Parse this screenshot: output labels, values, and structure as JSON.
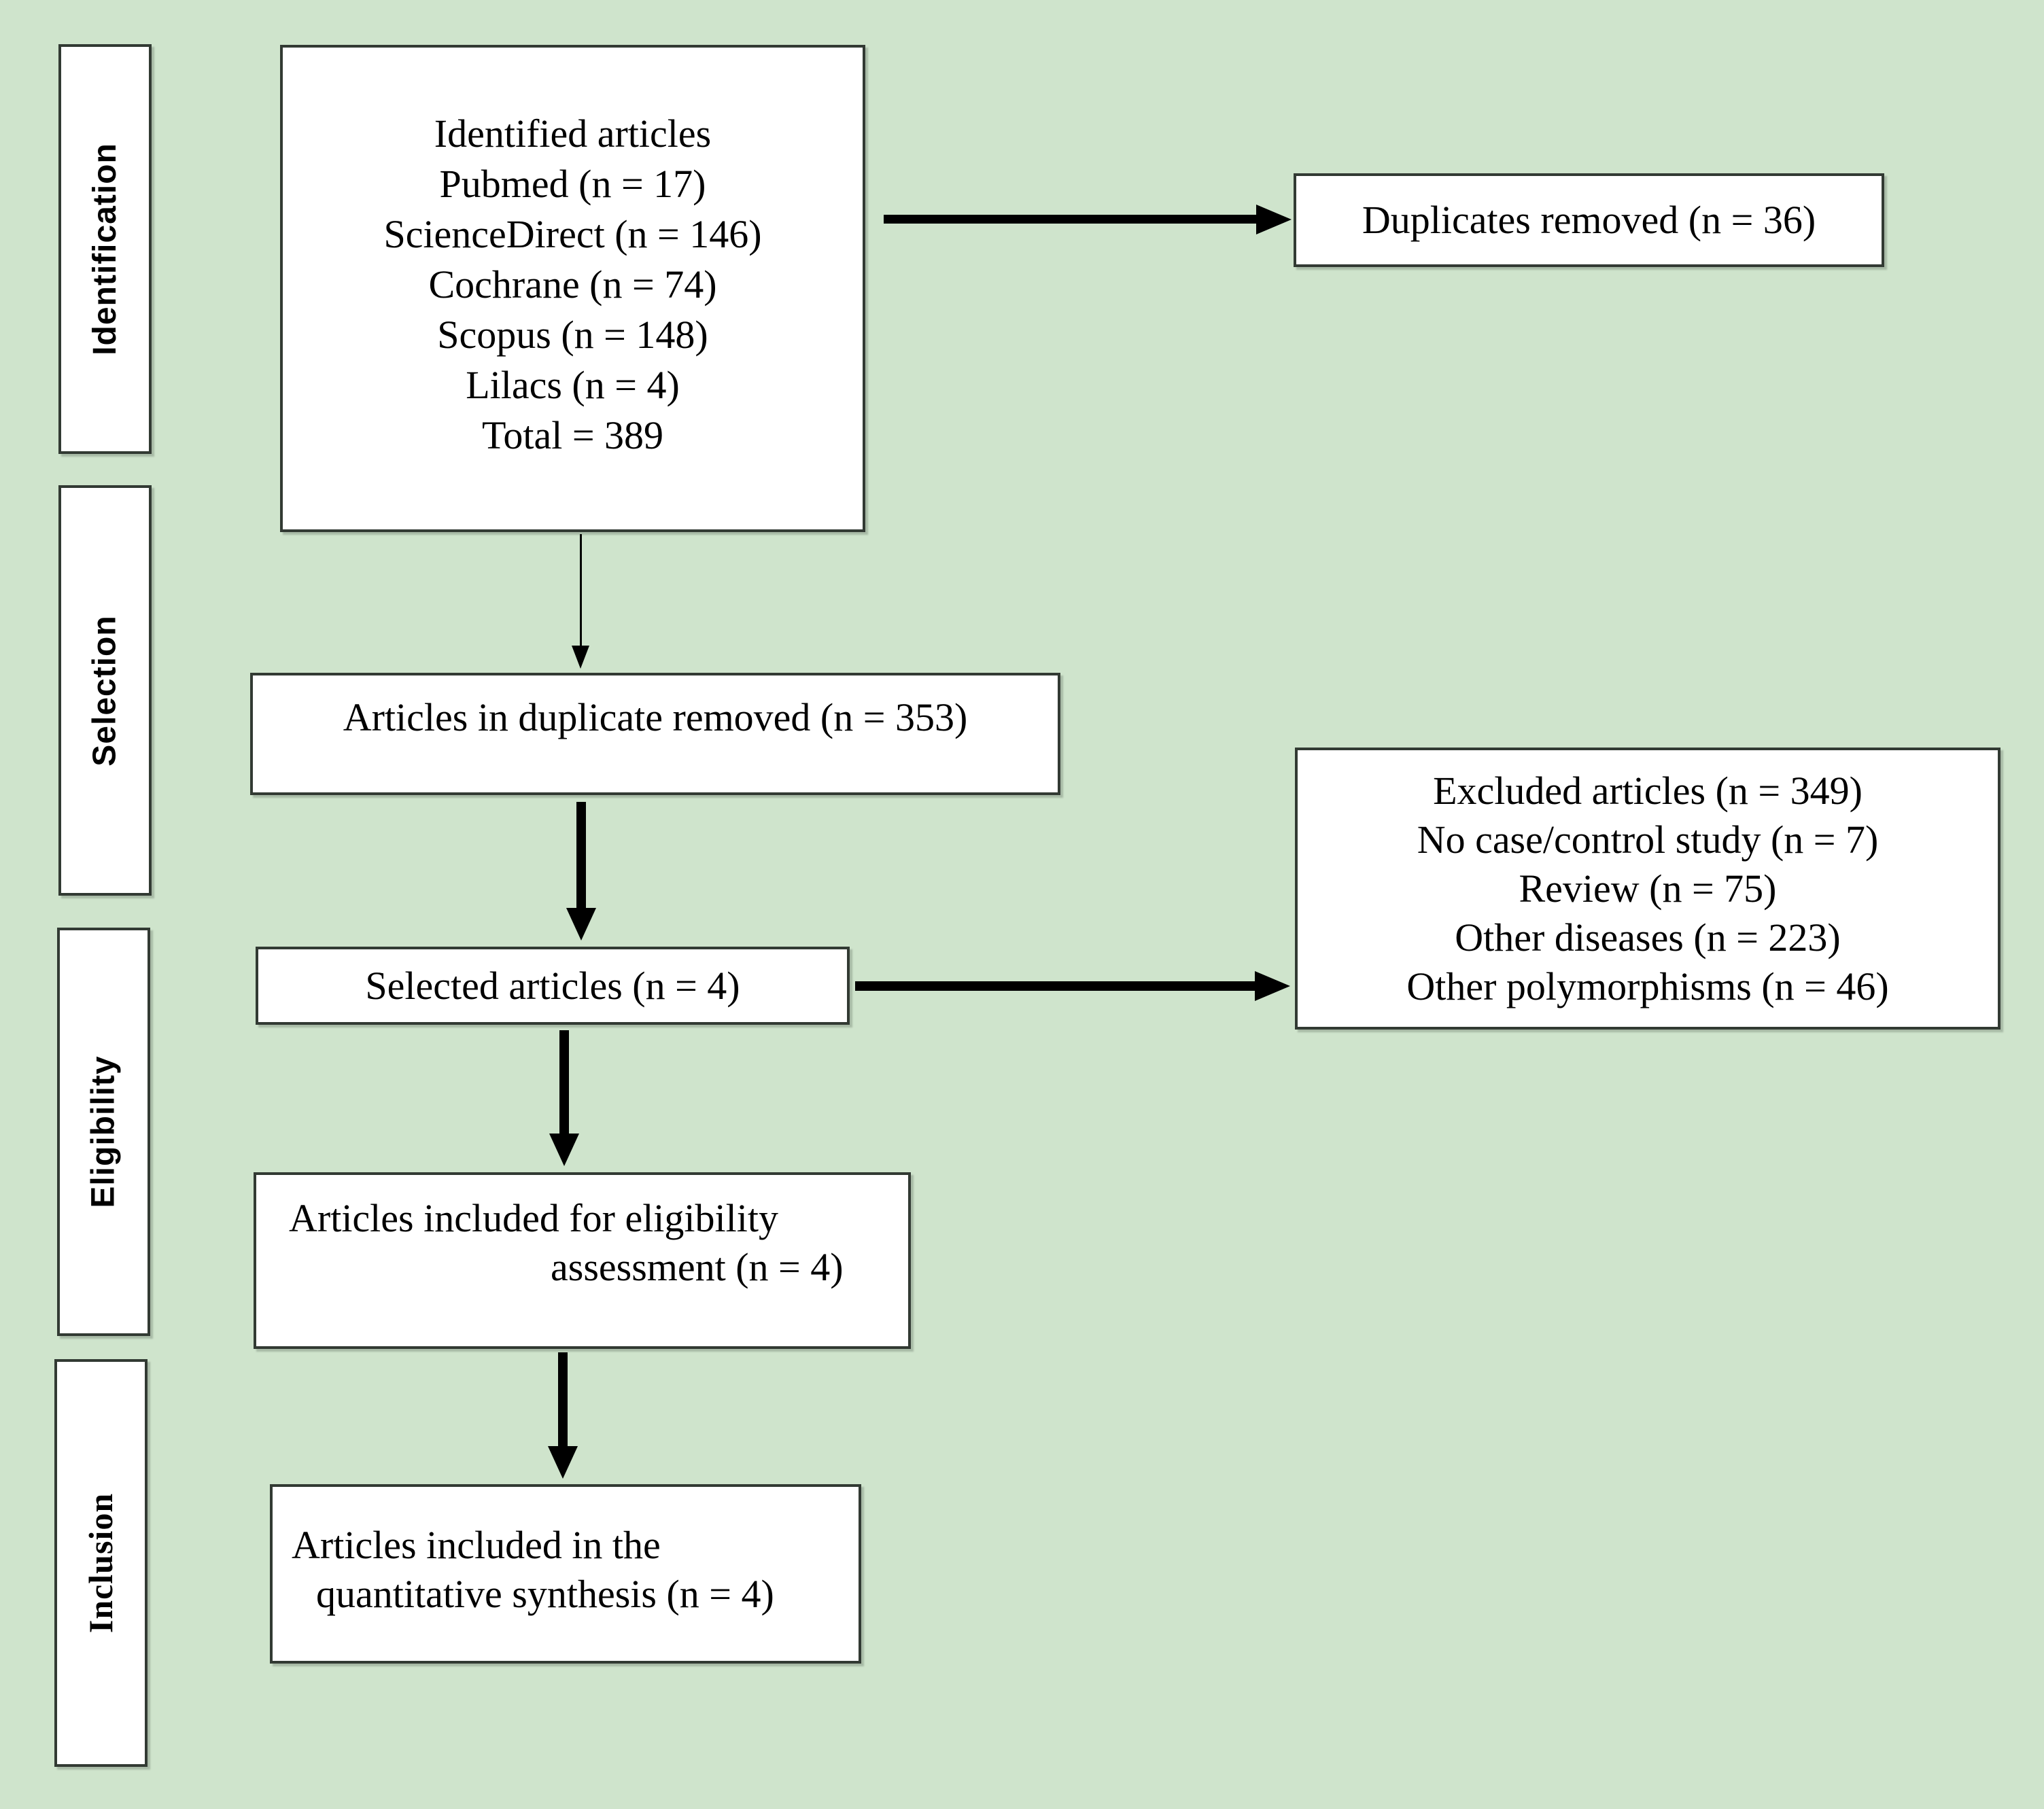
{
  "figure": {
    "kind": "PRISMA flow diagram",
    "palette": {
      "background": "#cfe4cc",
      "box_background": "#ffffff",
      "box_border": "#323a33",
      "text": "#000000",
      "arrow": "#000000"
    }
  },
  "stages": [
    {
      "label": "Identification"
    },
    {
      "label": "Selection"
    },
    {
      "label": "Eligibility"
    },
    {
      "label": "Inclusion"
    }
  ],
  "boxes": {
    "identified": {
      "lines": [
        "Identified articles",
        "Pubmed (n = 17)",
        "ScienceDirect (n = 146)",
        "Cochrane (n = 74)",
        "Scopus (n = 148)",
        "Lilacs (n = 4)",
        "Total = 389"
      ]
    },
    "duplicates_removed": {
      "text": "Duplicates removed (n = 36)"
    },
    "in_duplicate_removed": {
      "text": "Articles in duplicate removed (n = 353)"
    },
    "selected": {
      "text": "Selected articles (n = 4)"
    },
    "excluded": {
      "lines": [
        "Excluded articles (n = 349)",
        "No case/control study (n = 7)",
        "Review (n = 75)",
        "Other diseases (n = 223)",
        "Other polymorphisms (n = 46)"
      ]
    },
    "eligibility": {
      "lines": [
        "Articles included for eligibility",
        "assessment (n = 4)"
      ]
    },
    "inclusion": {
      "lines": [
        "Articles included in the",
        "quantitative synthesis (n = 4)"
      ]
    }
  }
}
